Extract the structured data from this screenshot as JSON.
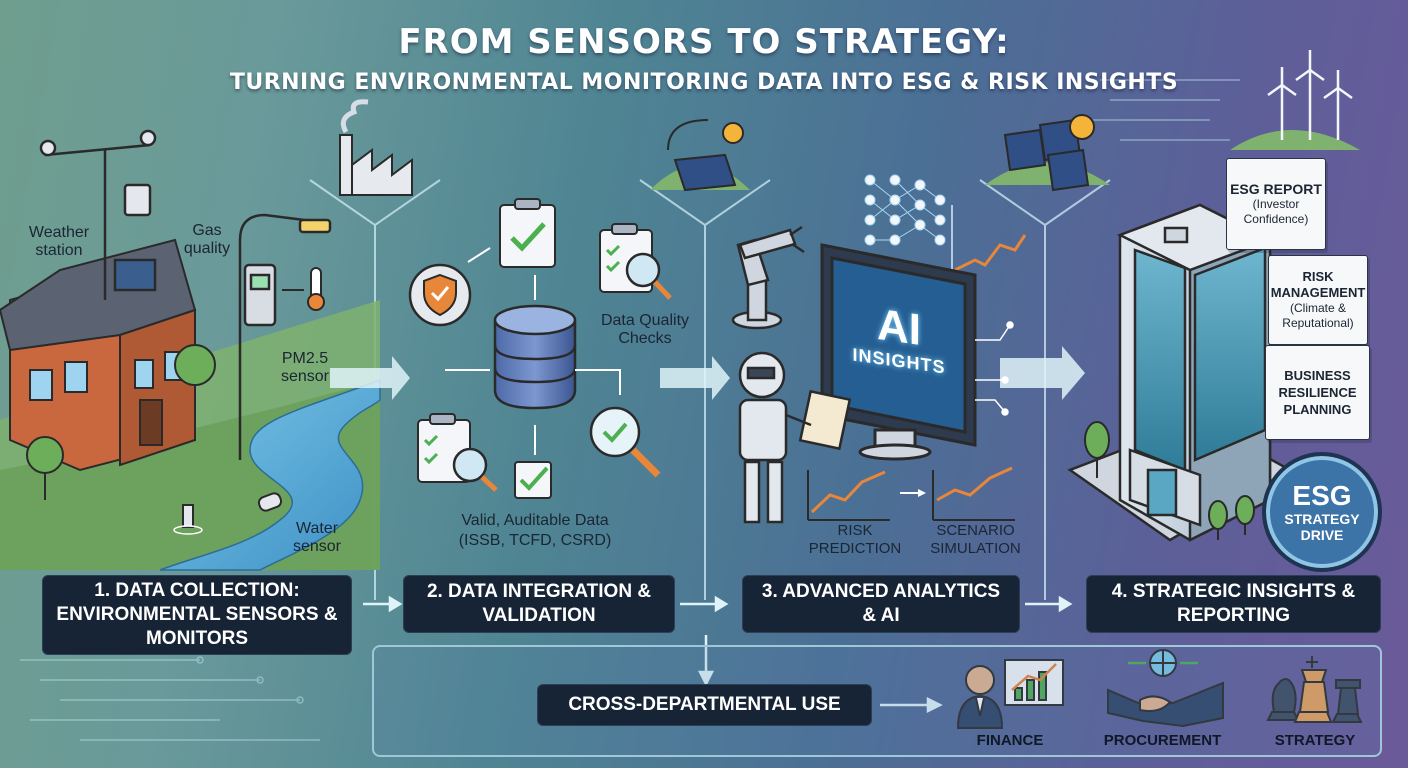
{
  "title": {
    "main": "FROM SENSORS TO STRATEGY:",
    "sub": "TURNING ENVIRONMENTAL MONITORING DATA INTO ESG & RISK INSIGHTS"
  },
  "stage1": {
    "heading": "1. DATA COLLECTION: ENVIRONMENTAL SENSORS & MONITORS",
    "labels": {
      "weather_station": "Weather station",
      "gas_quality": "Gas quality",
      "pm25_sensor": "PM2.5 sensor",
      "water_sensor": "Water sensor"
    }
  },
  "stage2": {
    "heading": "2. DATA INTEGRATION & VALIDATION",
    "labels": {
      "quality_checks": "Data Quality Checks",
      "valid_data": "Valid, Auditable Data",
      "standards": "(ISSB, TCFD, CSRD)"
    }
  },
  "stage3": {
    "heading": "3. ADVANCED ANALYTICS & AI",
    "screen": {
      "ai": "AI",
      "insights": "INSIGHTS"
    },
    "labels": {
      "risk_prediction": "RISK PREDICTION",
      "scenario_simulation": "SCENARIO SIMULATION"
    }
  },
  "stage4": {
    "heading": "4. STRATEGIC INSIGHTS & REPORTING",
    "docs": {
      "esg_report_title": "ESG REPORT",
      "esg_report_sub": "(Investor Confidence)",
      "risk_title": "RISK MANAGEMENT",
      "risk_sub": "(Climate & Reputational)",
      "resilience": "BUSINESS RESILIENCE PLANNING"
    },
    "badge": {
      "esg": "ESG",
      "strategy": "STRATEGY",
      "drive": "DRIVE"
    }
  },
  "cross": {
    "label": "CROSS-DEPARTMENTAL USE",
    "departments": [
      "FINANCE",
      "PROCUREMENT",
      "STRATEGY"
    ]
  },
  "colors": {
    "dark_box": "#172436",
    "accent_green": "#4caf50",
    "accent_orange": "#e8863a",
    "river_blue": "#5ab3e0"
  },
  "icons": [
    "weather-station-icon",
    "factory-icon",
    "solar-panel-icon",
    "database-icon",
    "shield-check-icon",
    "clipboard-check-icon",
    "magnifier-check-icon",
    "robot-arm-icon",
    "neural-network-icon",
    "robot-icon",
    "monitor-icon",
    "line-chart-icon",
    "wind-turbine-icon",
    "office-building-icon",
    "businessman-icon",
    "handshake-icon",
    "globe-icon",
    "chess-icon"
  ]
}
